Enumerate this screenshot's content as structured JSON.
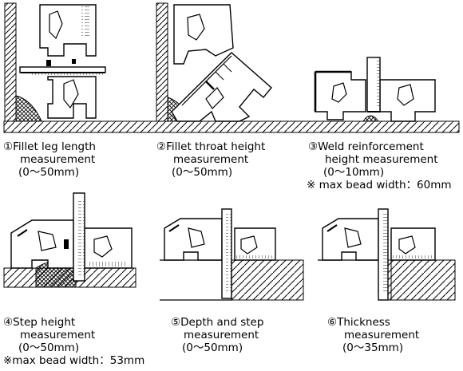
{
  "panels": [
    {
      "id": 1,
      "title": "①Fillet leg length",
      "lines": [
        "measurement",
        "(0～50mm)"
      ]
    },
    {
      "id": 2,
      "title": "②Fillet throat height",
      "lines": [
        "measurement",
        "(0～50mm)"
      ]
    },
    {
      "id": 3,
      "title": "③Weld reinforcement",
      "lines": [
        "height measurement",
        "(0～10mm)"
      ],
      "note": "※ max bead width：60mm"
    },
    {
      "id": 4,
      "title": "④Step height",
      "lines": [
        "measurement",
        "(0～50mm)"
      ],
      "note": "※max bead width：53mm"
    },
    {
      "id": 5,
      "title": "⑤Depth and step",
      "lines": [
        "measurement",
        "(0～50mm)"
      ]
    },
    {
      "id": 6,
      "title": "⑥Thickness",
      "lines": [
        "measurement",
        "(0～35mm)"
      ]
    }
  ]
}
